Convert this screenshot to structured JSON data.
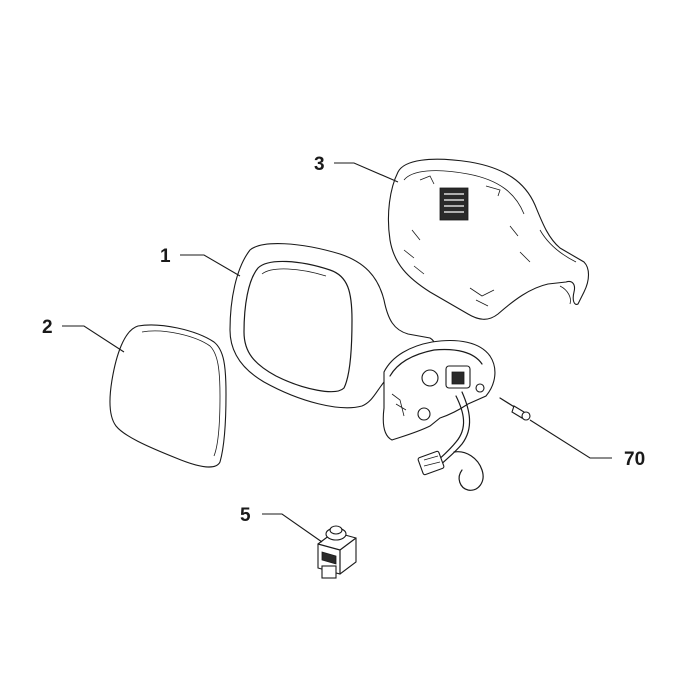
{
  "diagram": {
    "callouts": [
      {
        "id": "3",
        "label": "3",
        "part": "mirror-cover"
      },
      {
        "id": "1",
        "label": "1",
        "part": "mirror-housing"
      },
      {
        "id": "2",
        "label": "2",
        "part": "mirror-glass"
      },
      {
        "id": "70",
        "label": "70",
        "part": "screw"
      },
      {
        "id": "5",
        "label": "5",
        "part": "mirror-adjust-switch"
      }
    ]
  }
}
